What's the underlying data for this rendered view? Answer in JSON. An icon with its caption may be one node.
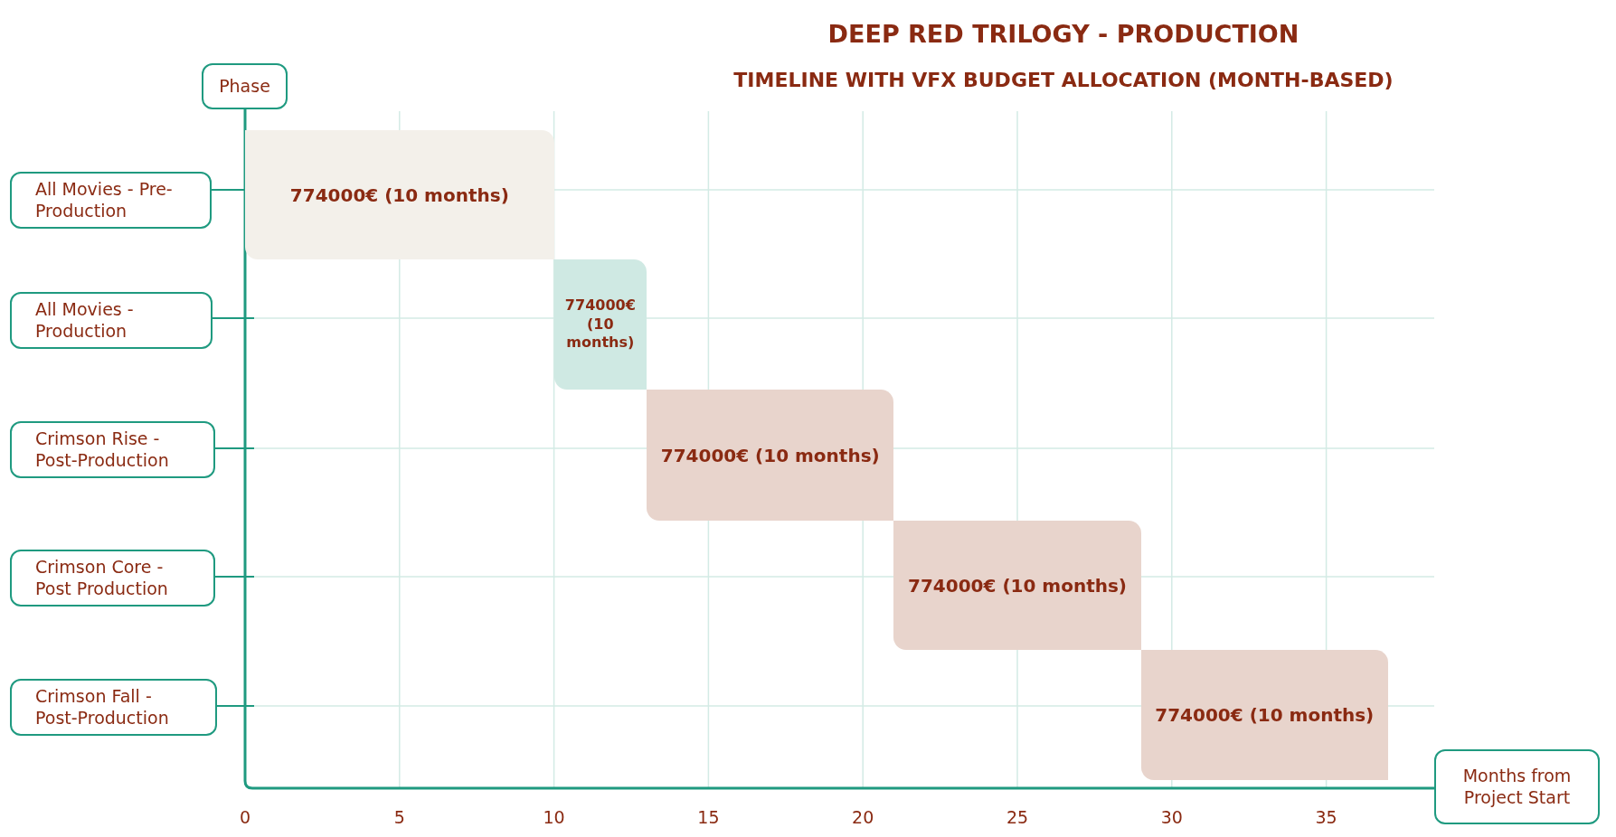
{
  "diagram": {
    "title": "DEEP RED TRILOGY - PRODUCTION",
    "caption": "TIMELINE WITH VFX BUDGET ALLOCATION (MONTH-BASED)",
    "nodes": [
      {
        "text": [
          "Phase"
        ]
      },
      {
        "text": [
          "All Movies - Pre-Production"
        ]
      },
      {
        "text": [
          "All Movies - Production"
        ]
      },
      {
        "text": [
          "Crimson Rise - Post-Production"
        ]
      },
      {
        "text": [
          "Crimson Core - Post Production"
        ]
      },
      {
        "text": [
          "Crimson Fall - Post-Production"
        ]
      },
      {
        "text": [
          "774000€ (10 months)"
        ]
      },
      {
        "text": [
          "774000€ (10 months)"
        ]
      },
      {
        "text": [
          "774000€ (10 months)"
        ]
      },
      {
        "text": [
          "774000€ (10 months)"
        ]
      },
      {
        "text": [
          "774000€ (10 months)"
        ]
      },
      {
        "text": [
          "Months from Project Start"
        ]
      }
    ],
    "edges": [],
    "labels": [
      "0",
      "5",
      "10",
      "15",
      "20",
      "25",
      "30",
      "35"
    ]
  }
}
